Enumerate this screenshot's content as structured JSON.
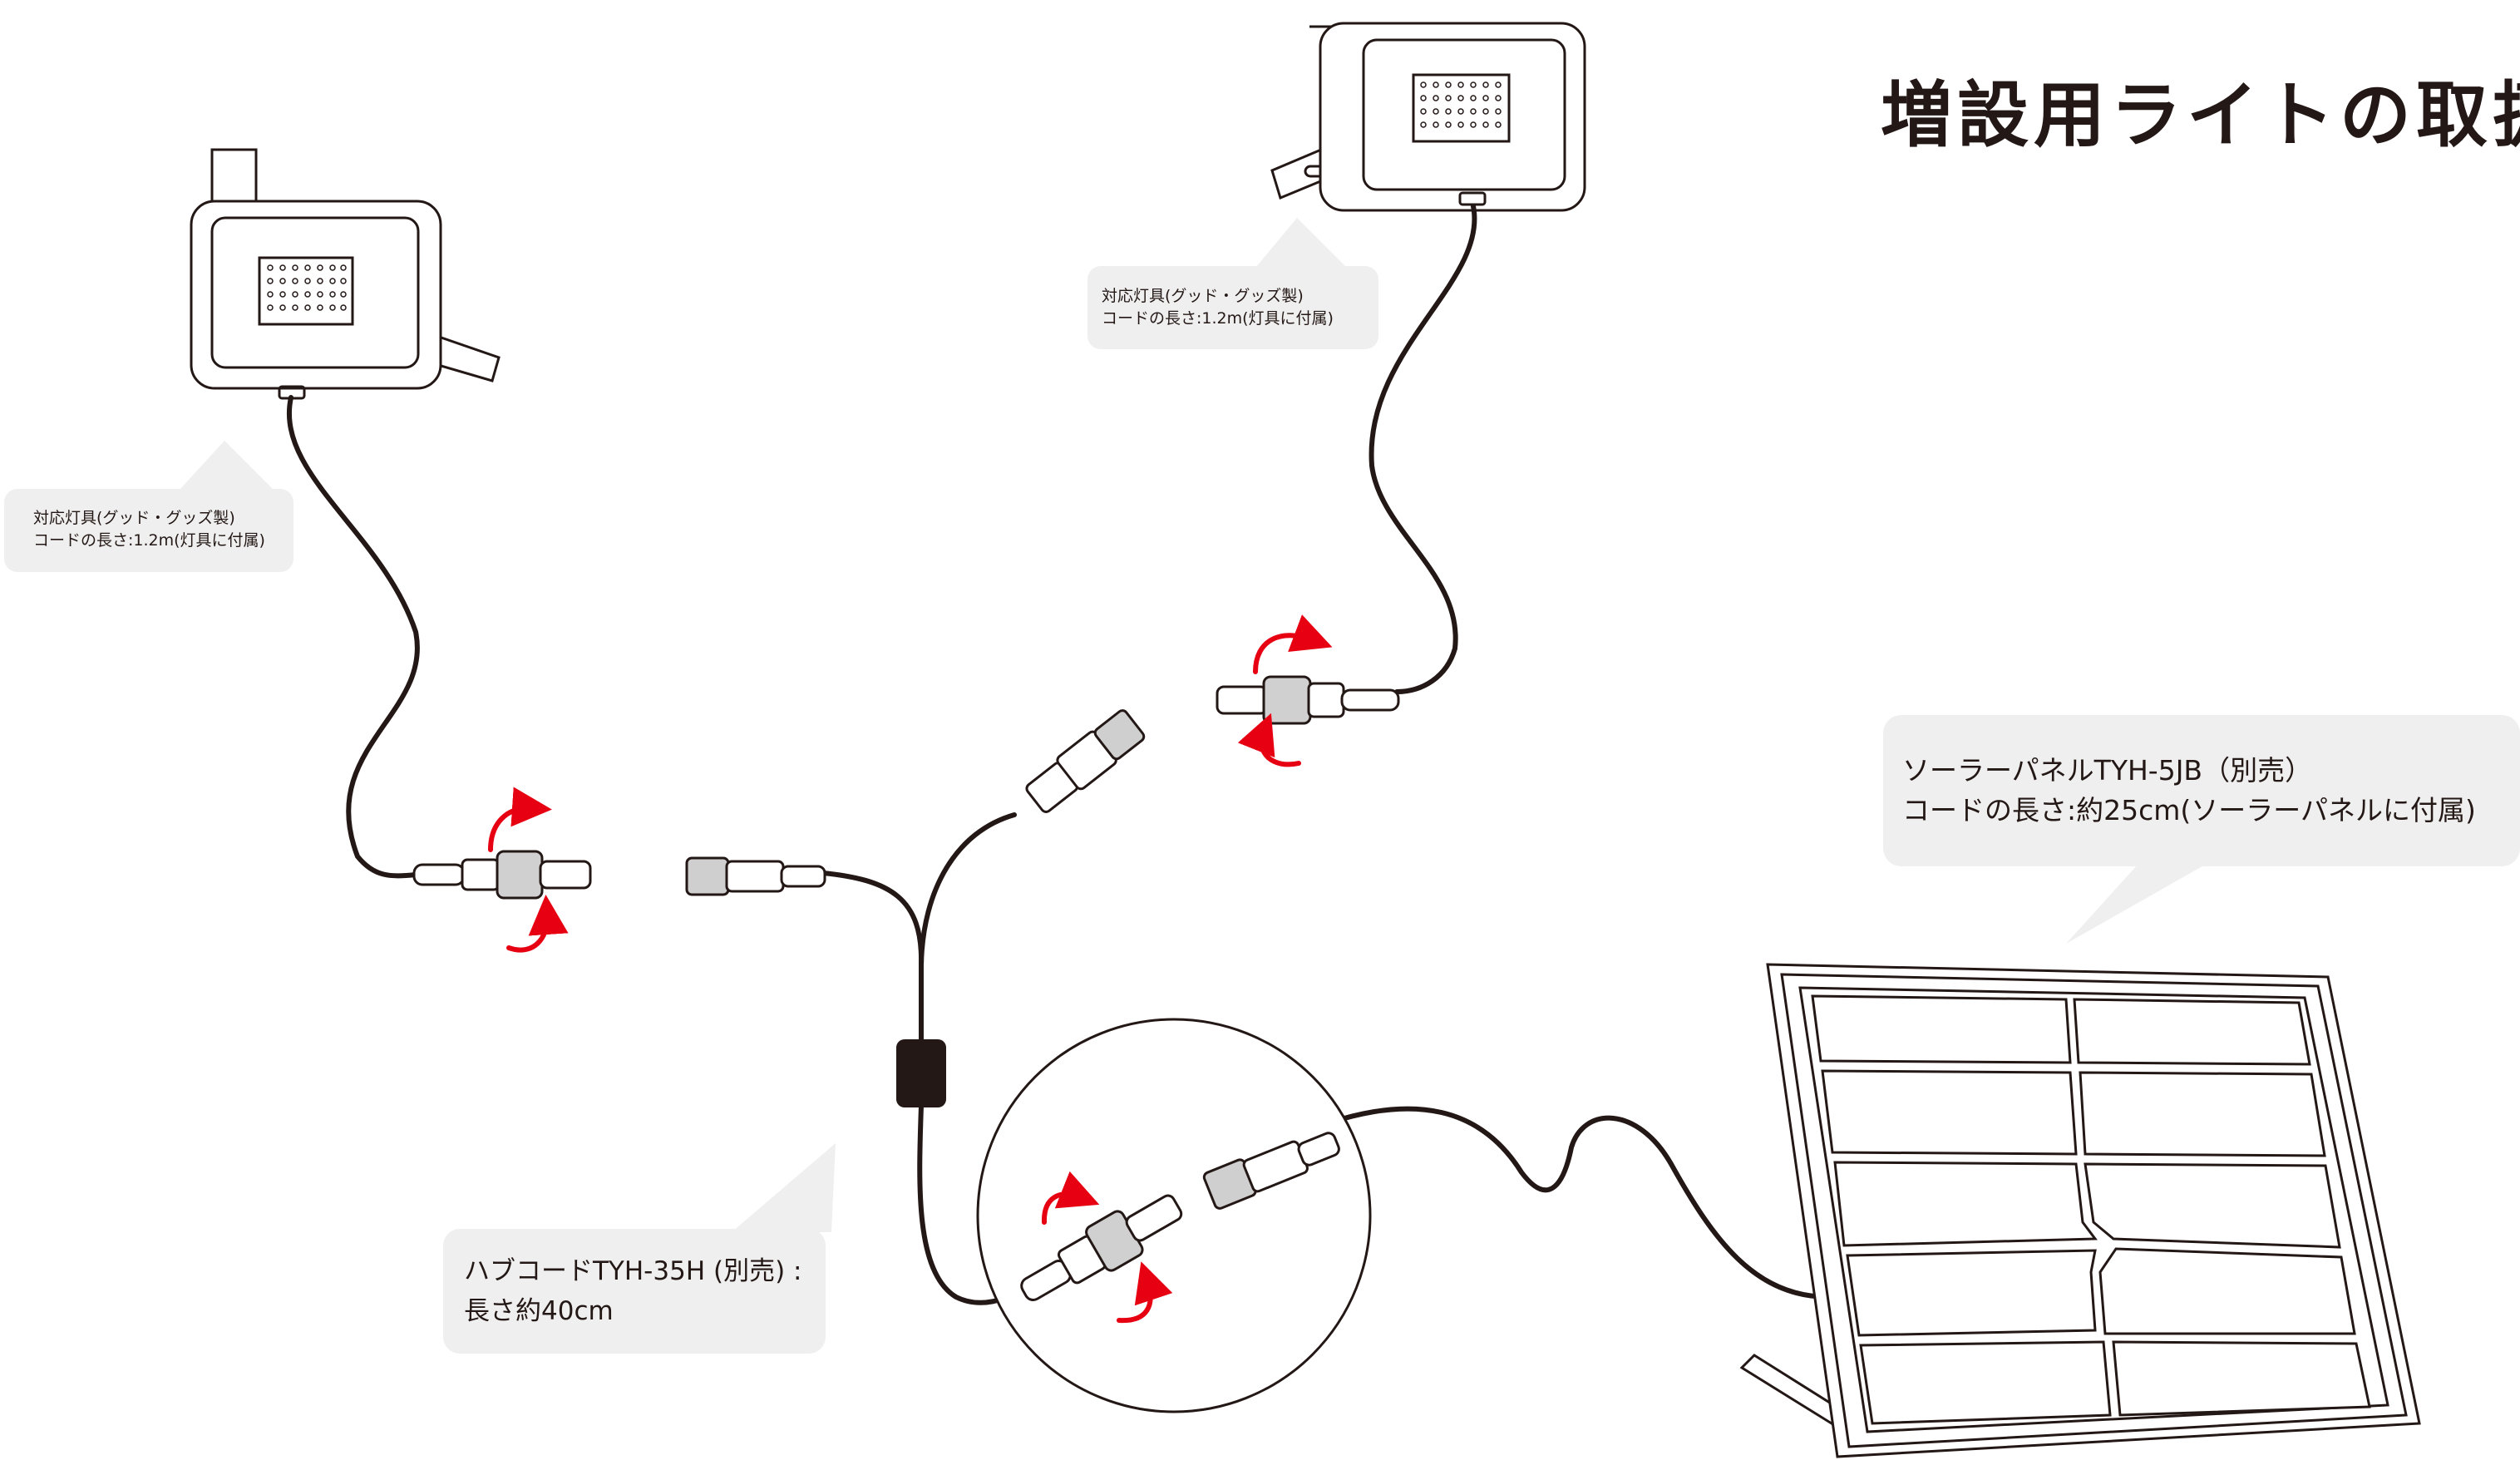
{
  "title": "増設用ライトの取扱",
  "callouts": {
    "light_left": {
      "line1": "対応灯具(グッド・グッズ製)",
      "line2": "コードの長さ:1.2m(灯具に付属)"
    },
    "light_right": {
      "line1": "対応灯具(グッド・グッズ製)",
      "line2": "コードの長さ:1.2m(灯具に付属)"
    },
    "solar_panel": {
      "line1": "ソーラーパネルTYH-5JB（別売）",
      "line2": "コードの長さ:約25cm(ソーラーパネルに付属)"
    },
    "hub_cord": {
      "line1": "ハブコードTYH-35H (別売) :",
      "line2": "長さ約40cm"
    }
  },
  "colors": {
    "line": "#231815",
    "arrow": "#e60012",
    "bubble": "#efefef"
  }
}
